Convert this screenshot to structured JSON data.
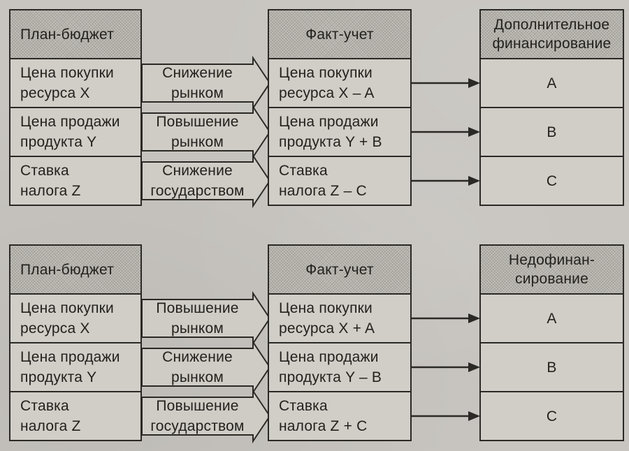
{
  "colors": {
    "page_bg": "#c8c5c0",
    "header_fill": "#c2bfb9",
    "cell_fill": "#d1cec8",
    "arrow_fill": "#cfccc6",
    "border": "#2b2925",
    "text": "#23211d"
  },
  "diagrams": [
    {
      "name": "additional-financing-scenario",
      "plan": {
        "header": "План-бюджет",
        "rows": [
          [
            "Цена покупки",
            "ресурса X"
          ],
          [
            "Цена продажи",
            "продукта Y"
          ],
          [
            "Ставка",
            "налога Z"
          ]
        ]
      },
      "changes": [
        [
          "Снижение",
          "рынком"
        ],
        [
          "Повышение",
          "рынком"
        ],
        [
          "Снижение",
          "государством"
        ]
      ],
      "fact": {
        "header": "Факт-учет",
        "rows": [
          [
            "Цена покупки",
            "ресурса X – A"
          ],
          [
            "Цена продажи",
            "продукта Y + B"
          ],
          [
            "Ставка",
            "налога Z – C"
          ]
        ]
      },
      "result": {
        "header": [
          "Дополнительное",
          "финансирование"
        ],
        "rows": [
          "A",
          "B",
          "C"
        ]
      }
    },
    {
      "name": "underfinancing-scenario",
      "plan": {
        "header": "План-бюджет",
        "rows": [
          [
            "Цена покупки",
            "ресурса X"
          ],
          [
            "Цена продажи",
            "продукта Y"
          ],
          [
            "Ставка",
            "налога Z"
          ]
        ]
      },
      "changes": [
        [
          "Повышение",
          "рынком"
        ],
        [
          "Снижение",
          "рынком"
        ],
        [
          "Повышение",
          "государством"
        ]
      ],
      "fact": {
        "header": "Факт-учет",
        "rows": [
          [
            "Цена покупки",
            "ресурса X + A"
          ],
          [
            "Цена продажи",
            "продукта Y – B"
          ],
          [
            "Ставка",
            "налога Z + C"
          ]
        ]
      },
      "result": {
        "header": [
          "Недофинан-",
          "сирование"
        ],
        "rows": [
          "A",
          "B",
          "C"
        ]
      }
    }
  ]
}
